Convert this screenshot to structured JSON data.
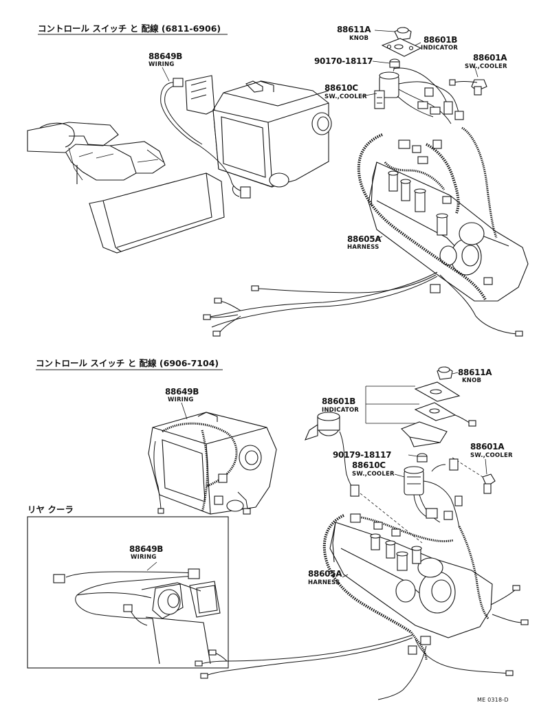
{
  "sections": [
    {
      "title": "コントロール スイッチ と 配線 (6811-6906)",
      "labels": [
        {
          "part_no": "88611A",
          "desc": "KNOB"
        },
        {
          "part_no": "88601B",
          "desc": "INDICATOR"
        },
        {
          "part_no": "90170-18117",
          "desc": ""
        },
        {
          "part_no": "88601A",
          "desc": "SW.,COOLER"
        },
        {
          "part_no": "88610C",
          "desc": "SW.,COOLER"
        },
        {
          "part_no": "88649B",
          "desc": "WIRING"
        },
        {
          "part_no": "88605A",
          "desc": "HARNESS"
        }
      ]
    },
    {
      "title": "コントロール スイッチ と 配線 (6906-7104)",
      "labels": [
        {
          "part_no": "88611A",
          "desc": "KNOB"
        },
        {
          "part_no": "88601B",
          "desc": "INDICATOR"
        },
        {
          "part_no": "88601A",
          "desc": "SW.,COOLER"
        },
        {
          "part_no": "90179-18117",
          "desc": ""
        },
        {
          "part_no": "88610C",
          "desc": "SW.,COOLER"
        },
        {
          "part_no": "88649B",
          "desc": "WIRING"
        },
        {
          "part_no": "88605A",
          "desc": "HARNESS"
        }
      ],
      "inset": {
        "title": "リヤ クーラ",
        "labels": [
          {
            "part_no": "88649B",
            "desc": "WIRING"
          }
        ]
      }
    }
  ],
  "footer": {
    "code": "ME 0318-D"
  }
}
